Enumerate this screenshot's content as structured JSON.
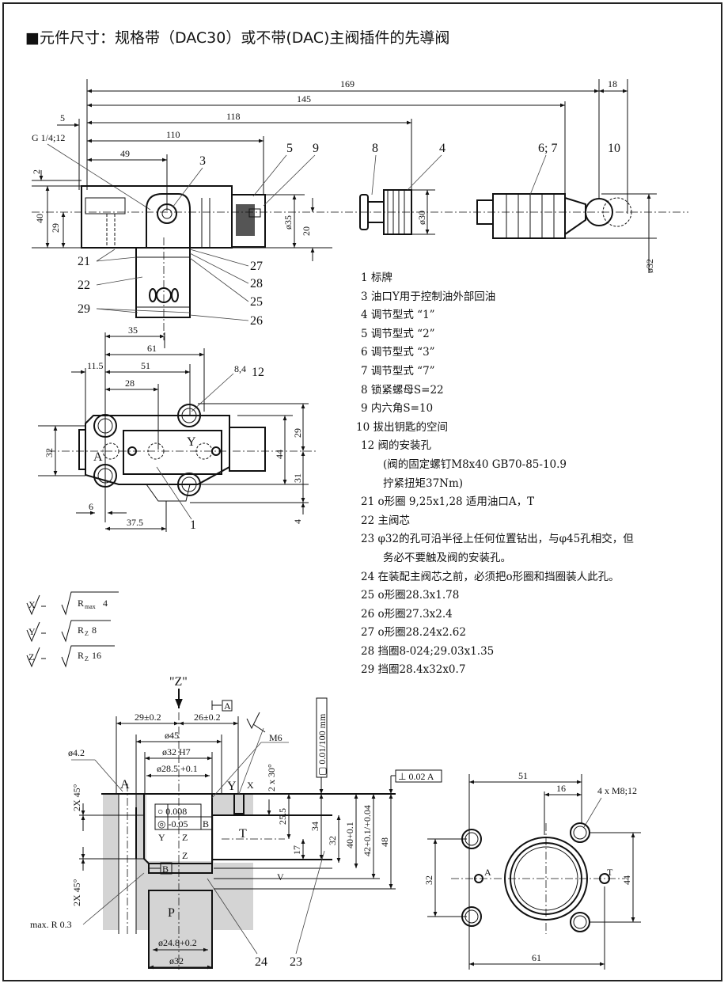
{
  "title": "■元件尺寸：规格带（DAC30）或不带(DAC)主阀插件的先導阀",
  "side_view": {
    "dims": {
      "d169": "169",
      "d145": "145",
      "d118": "118",
      "d110": "110",
      "d49": "49",
      "d5": "5",
      "d18": "18",
      "d2": "2",
      "d40": "40",
      "d29": "29",
      "d35": "ø35",
      "d20": "20",
      "d30": "ø30",
      "d32": "ø32"
    },
    "thread_label": "G 1/4;12",
    "callouts": {
      "c3": "3",
      "c5": "5",
      "c9": "9",
      "c8": "8",
      "c4": "4",
      "c67": "6; 7",
      "c10": "10",
      "c21": "21",
      "c22": "22",
      "c29": "29",
      "c27": "27",
      "c28": "28",
      "c25": "25",
      "c26": "26"
    }
  },
  "plan_view": {
    "dims": {
      "d35": "35",
      "d61": "61",
      "d11_5": "11.5",
      "d51": "51",
      "d28": "28",
      "d8_4": "8,4",
      "d32": "32",
      "d29": "29",
      "d44": "44",
      "d31": "31",
      "d6": "6",
      "d37_5": "37.5",
      "d4": "4"
    },
    "callouts": {
      "c12": "12",
      "c1": "1"
    },
    "ports": {
      "a": "A",
      "y": "Y"
    }
  },
  "roughness": [
    {
      "sym": "X",
      "value": "R",
      "sub": "max",
      "num": "4"
    },
    {
      "sym": "Y",
      "value": "R",
      "sub": "Z",
      "num": "8"
    },
    {
      "sym": "Z",
      "value": "R",
      "sub": "Z",
      "num": "16"
    }
  ],
  "section_view": {
    "z_label": "\"Z\"",
    "datum_a": "A",
    "d29": "29±0.2",
    "d26": "26±0.2",
    "d45": "ø45",
    "d32h7": "ø32 H7",
    "d28_5": "ø28.5 +0.1",
    "d4_2": "ø4.2",
    "m6": "M6",
    "chamfer30": "2 x 30°",
    "flatness": "▢ 0.01/100 mm",
    "perp": "⊥ 0.02 A",
    "chamfer45a": "2X 45°",
    "chamfer45b": "2X 45°",
    "circ": "○ 0.008",
    "conc": "◎ -0.05",
    "datum_b": "B",
    "datum_b2": "B",
    "port_a": "A",
    "port_y": "Y",
    "port_x": "X",
    "port_t": "T",
    "port_p": "P",
    "d25_5": "25.5",
    "d17": "17",
    "d34": "34",
    "d32v": "32",
    "d40": "40+0.1",
    "d42": "42+0.1/+0.04",
    "d48": "48",
    "d24_8": "ø24.8+0.2",
    "d32b": "ø32",
    "max_r": "max. R 0.3",
    "c24": "24",
    "c23": "23",
    "rough_y": "Y",
    "rough_z": "Z",
    "rough_z2": "Z",
    "rough_v": "V"
  },
  "port_view": {
    "d51": "51",
    "d16": "16",
    "bolts": "4 x M8;12",
    "a": "A",
    "t": "T",
    "d32": "32",
    "d44": "44",
    "d61": "61"
  },
  "legend": [
    "1 标牌",
    "3 油口Y用于控制油外部回油",
    "4 调节型式 “1”",
    "5 调节型式 “2”",
    "6 调节型式 “3”",
    "7 调节型式 “7”",
    "8 锁紧螺母S=22",
    "9 内六角S=10",
    "10 拔出钥匙的空间",
    "12 阀的安装孔",
    "(阀的固定螺钉M8x40 GB70-85-10.9",
    "拧紧扭矩37Nm)",
    "21 o形圈 9,25x1,28 适用油口A，T",
    "22 主阀芯",
    "23 φ32的孔可沿半径上任何位置钻出，与φ45孔相交，但",
    "务必不要触及阀的安装孔。",
    "24 在装配主阀芯之前，必须把o形圈和挡圈装人此孔。",
    "25 o形圈28.3x1.78",
    "26 o形圈27.3x2.4",
    "27 o形圈28.24x2.62",
    "28 挡圈8-024;29.03x1.35",
    "29 挡圈28.4x32x0.7"
  ]
}
